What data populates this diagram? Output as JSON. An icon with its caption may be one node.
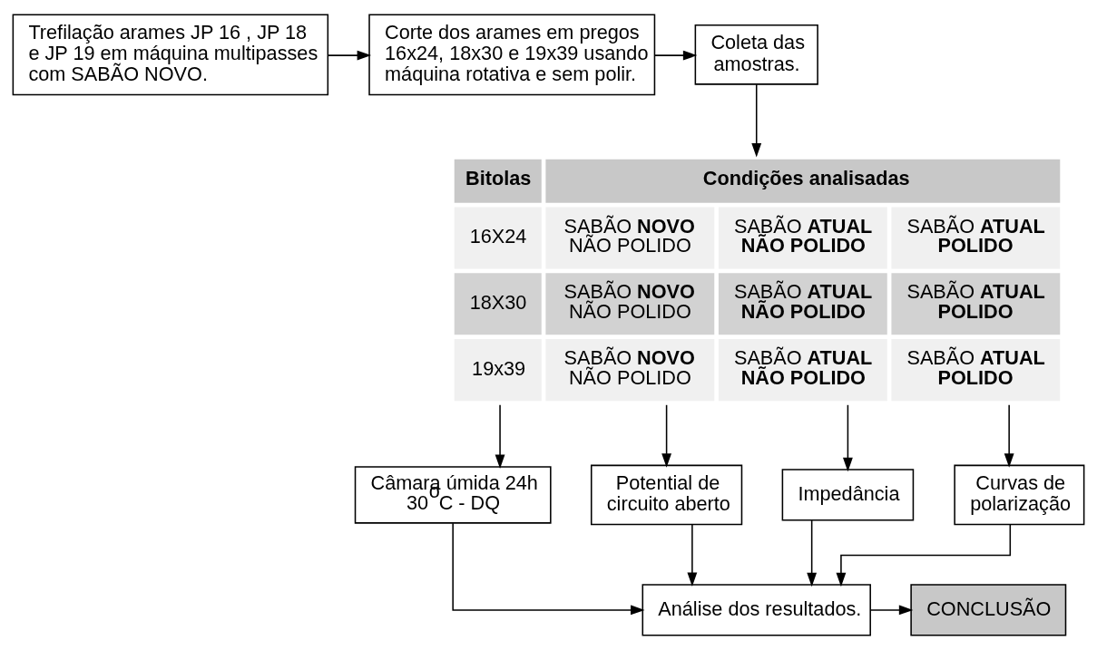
{
  "diagram": {
    "nodes": [
      {
        "text": [
          "Trefilação arames JP 16 , JP 18 e JP 19 em máquina multipasses com SABÃO NOVO."
        ]
      },
      {
        "text": [
          "Corte dos arames em pregos 16x24, 18x30 e 19x39 usando máquina rotativa e sem polir."
        ]
      },
      {
        "text": [
          "Coleta das amostras."
        ]
      },
      {
        "text": [
          "Bitolas",
          "Condições analisadas",
          "16X24",
          "SABÃO **NOVO** NÃO POLIDO",
          "SABÃO **ATUAL NÃO POLIDO**",
          "SABÃO **ATUAL POLIDO**",
          "18X30",
          "SABÃO **NOVO** NÃO POLIDO",
          "SABÃO **ATUAL NÃO POLIDO**",
          "SABÃO **ATUAL POLIDO**",
          "19x39",
          "SABÃO **NOVO** NÃO POLIDO",
          "SABÃO **ATUAL NÃO POLIDO**",
          "SABÃO **ATUAL POLIDO**"
        ]
      },
      {
        "text": [
          "Câmara úmida 24h 30$^{o}$C - DQ"
        ]
      },
      {
        "text": [
          "Potential de circuito aberto"
        ]
      },
      {
        "text": [
          "Impedância"
        ]
      },
      {
        "text": [
          "Curvas de polarização"
        ]
      },
      {
        "text": [
          "Análise dos resultados."
        ]
      },
      {
        "text": [
          "CONCLUSÃO"
        ]
      }
    ],
    "edges": [
      {
        "from": 0,
        "to": 1,
        "arrow": "to"
      },
      {
        "from": 1,
        "to": 2,
        "arrow": "to"
      },
      {
        "from": 2,
        "to": 3,
        "arrow": "to"
      },
      {
        "from": 3,
        "to": 4,
        "arrow": "to"
      },
      {
        "from": 3,
        "to": 5,
        "arrow": "to"
      },
      {
        "from": 3,
        "to": 6,
        "arrow": "to"
      },
      {
        "from": 3,
        "to": 7,
        "arrow": "to"
      },
      {
        "from": 4,
        "to": 8,
        "arrow": "to"
      },
      {
        "from": 5,
        "to": 8,
        "arrow": "to"
      },
      {
        "from": 6,
        "to": 8,
        "arrow": "to"
      },
      {
        "from": 7,
        "to": 8,
        "arrow": "to"
      },
      {
        "from": 8,
        "to": 9,
        "arrow": "to"
      }
    ]
  }
}
